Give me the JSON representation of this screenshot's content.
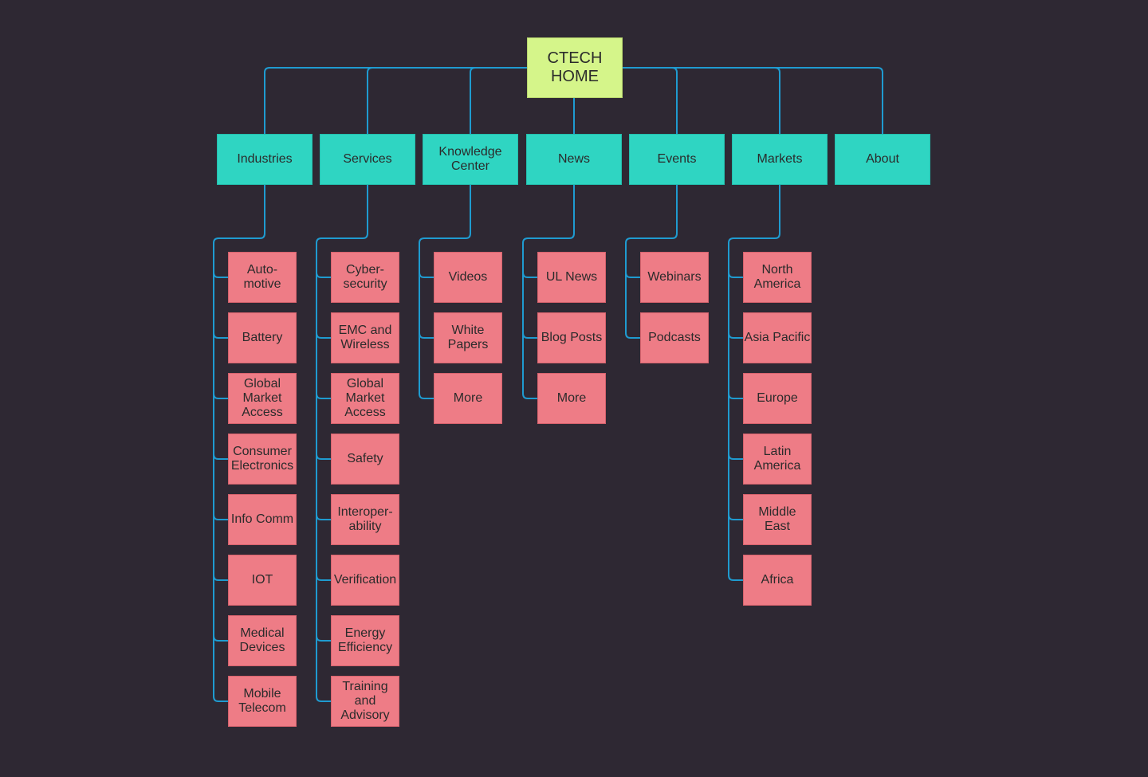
{
  "colors": {
    "background": "#2e2833",
    "root": "#d5f58a",
    "section": "#2fd5c2",
    "page": "#ee7c86",
    "connector": "#1f9bd0"
  },
  "root": {
    "label": "CTECH\nHOME"
  },
  "sections": [
    {
      "id": "industries",
      "label": "Industries",
      "children": [
        "Auto-\nmotive",
        "Battery",
        "Global\nMarket\nAccess",
        "Consumer\nElectronics",
        "Info Comm",
        "IOT",
        "Medical\nDevices",
        "Mobile\nTelecom"
      ]
    },
    {
      "id": "services",
      "label": "Services",
      "children": [
        "Cyber-\nsecurity",
        "EMC and\nWireless",
        "Global\nMarket\nAccess",
        "Safety",
        "Interoper-\nability",
        "Verification",
        "Energy\nEfficiency",
        "Training\nand\nAdvisory"
      ]
    },
    {
      "id": "knowledge-center",
      "label": "Knowledge\nCenter",
      "children": [
        "Videos",
        "White\nPapers",
        "More"
      ]
    },
    {
      "id": "news",
      "label": "News",
      "children": [
        "UL News",
        "Blog Posts",
        "More"
      ]
    },
    {
      "id": "events",
      "label": "Events",
      "children": [
        "Webinars",
        "Podcasts"
      ]
    },
    {
      "id": "markets",
      "label": "Markets",
      "children": [
        "North\nAmerica",
        "Asia Pacific",
        "Europe",
        "Latin\nAmerica",
        "Middle\nEast",
        "Africa"
      ]
    },
    {
      "id": "about",
      "label": "About",
      "children": []
    }
  ]
}
